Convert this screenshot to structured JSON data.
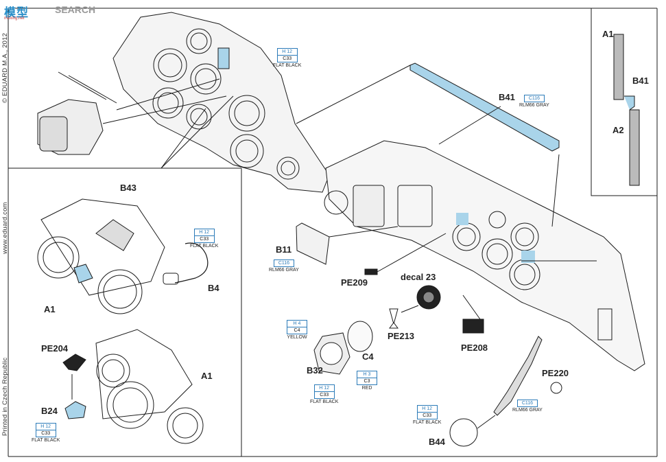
{
  "watermark": {
    "logo": "模型",
    "search": "SEARCH",
    "url": "moxing.net"
  },
  "side_text": {
    "copyright": "© EDUARD M.A., 2012",
    "website": "www.eduard.com",
    "printed": "Printed in Czech Republic"
  },
  "parts": {
    "a1_top": "A1",
    "b41_side": "B41",
    "a2": "A2",
    "b41": "B41",
    "b43": "B43",
    "b4": "B4",
    "a1_left": "A1",
    "b11": "B11",
    "pe209": "PE209",
    "decal23": "decal 23",
    "pe213": "PE213",
    "pe208": "PE208",
    "c4": "C4",
    "b32": "B32",
    "pe204": "PE204",
    "b24": "B24",
    "a1_bottom": "A1",
    "pe220": "PE220",
    "b44": "B44"
  },
  "callouts": {
    "top_panel": {
      "h": "H 12",
      "c": "C33",
      "name": "FLAT BLACK"
    },
    "b41": {
      "h": "C116",
      "name": "RLM66 GRAY"
    },
    "b4": {
      "h": "H 12",
      "c": "C33",
      "name": "FLAT BLACK"
    },
    "b11": {
      "h": "C116",
      "name": "RLM66 GRAY"
    },
    "b32_yellow": {
      "h": "H 4",
      "c": "C4",
      "name": "YELLOW"
    },
    "b32_black": {
      "h": "H 12",
      "c": "C33",
      "name": "FLAT BLACK"
    },
    "b32_red": {
      "h": "H 3",
      "c": "C3",
      "name": "RED"
    },
    "b24": {
      "h": "H 12",
      "c": "C33",
      "name": "FLAT BLACK"
    },
    "b44": {
      "h": "H 12",
      "c": "C33",
      "name": "FLAT BLACK"
    },
    "pe220": {
      "h": "C116",
      "name": "RLM66 GRAY"
    }
  },
  "colors": {
    "accent": "#2a8fc9",
    "highlight": "#a9d4ea",
    "line": "#1a1a1a"
  }
}
